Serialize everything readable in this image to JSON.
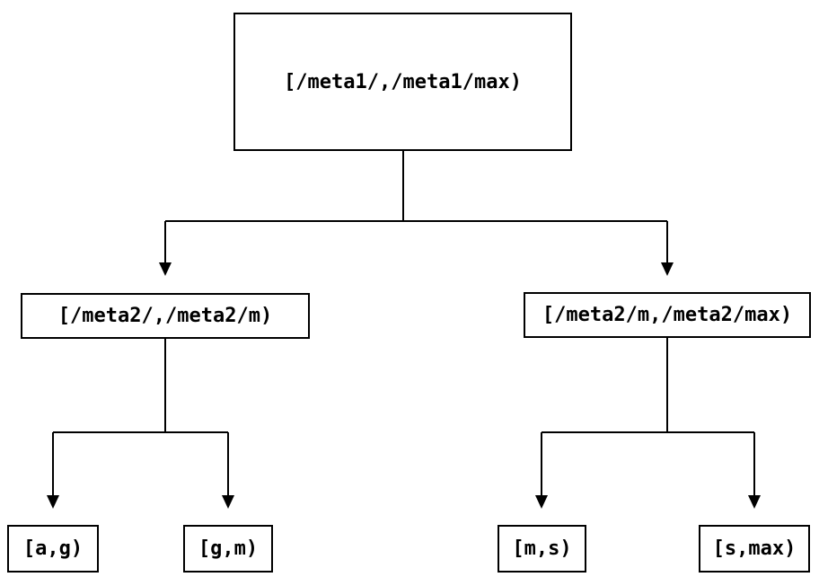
{
  "diagram": {
    "type": "tree",
    "colors": {
      "background": "#ffffff",
      "line": "#000000",
      "text": "#000000"
    },
    "nodes": {
      "root": {
        "label": "[/meta1/,/meta1/max)"
      },
      "meta2_low": {
        "label": "[/meta2/,/meta2/m)"
      },
      "meta2_high": {
        "label": "[/meta2/m,/meta2/max)"
      },
      "leaf_a_g": {
        "label": "[a,g)"
      },
      "leaf_g_m": {
        "label": "[g,m)"
      },
      "leaf_m_s": {
        "label": "[m,s)"
      },
      "leaf_s_max": {
        "label": "[s,max)"
      }
    }
  }
}
